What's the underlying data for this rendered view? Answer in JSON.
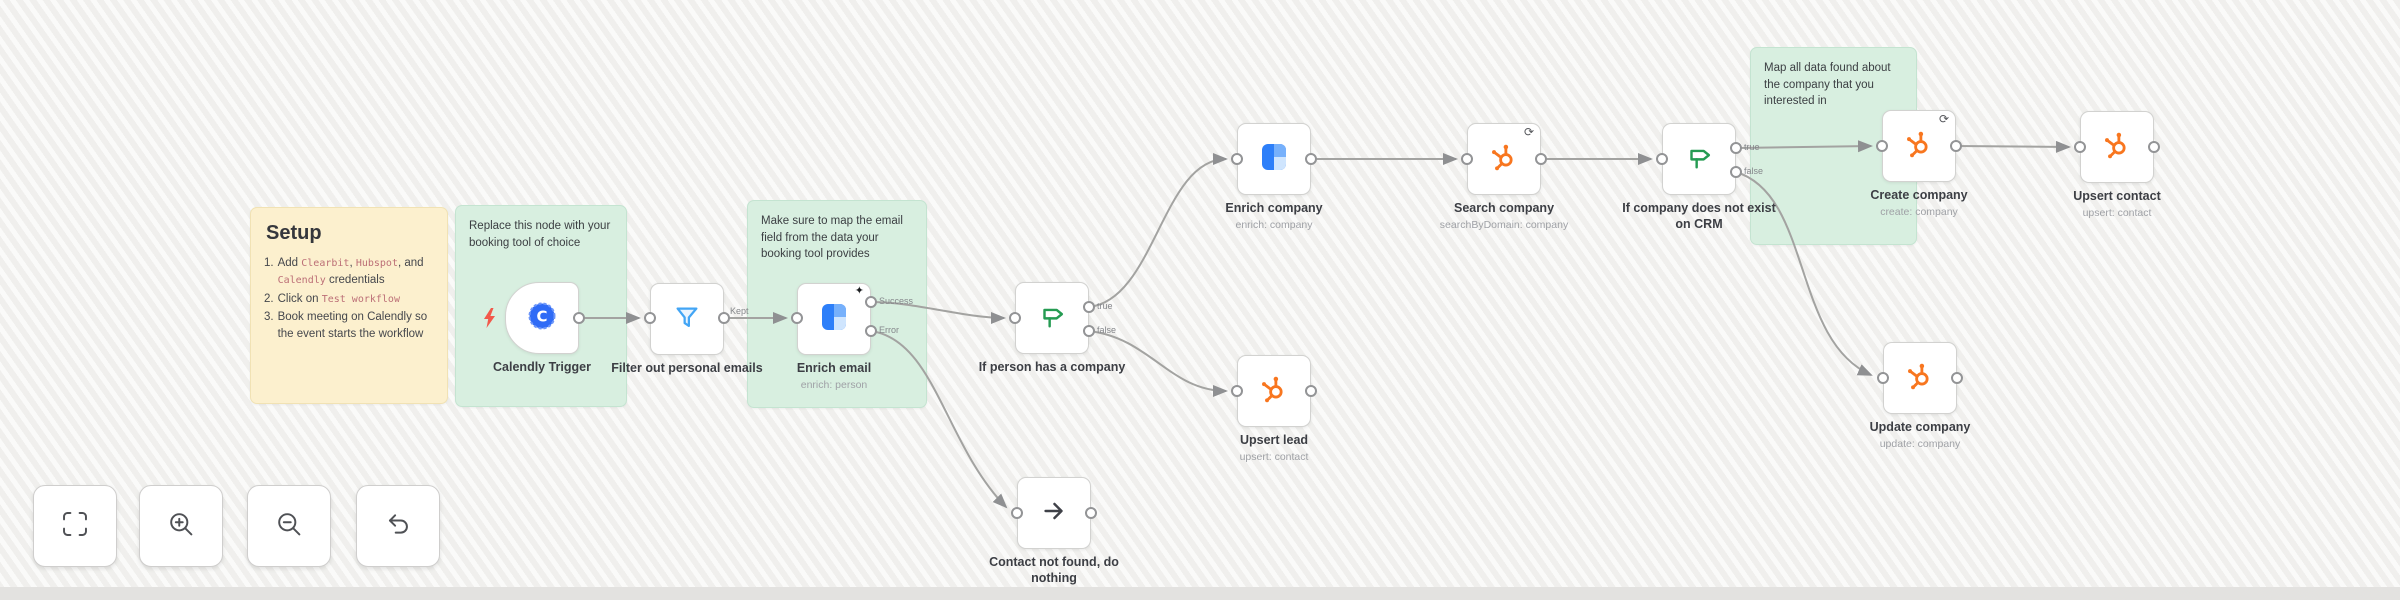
{
  "colors": {
    "canvas_bg": "#f4f4f2",
    "sticky_yellow": "#fcf0ce",
    "sticky_green": "#d8efe0",
    "hubspot_orange": "#f8761f",
    "clearbit_blue": "#2d7ff9",
    "calendly_blue": "#2f6bf6",
    "if_green": "#259b52",
    "filter_blue": "#42a5f5",
    "wire_gray": "#a3a3a1"
  },
  "setup_note": {
    "title": "Setup",
    "items": [
      {
        "num": "1.",
        "t1": "Add ",
        "c1": "Clearbit",
        "t2": ", ",
        "c2": "Hubspot",
        "t3": ", and ",
        "c3": "Calendly",
        "t4": " credentials"
      },
      {
        "num": "2.",
        "t1": "Click on ",
        "c1": "Test workflow"
      },
      {
        "num": "3.",
        "t1": "Book meeting on Calendly so the event starts the workflow"
      }
    ]
  },
  "notes": {
    "replace_booking": "Replace this node with your booking tool of choice",
    "map_email": "Make sure to map the email field from the data your booking tool provides",
    "map_company": "Map all data found about the company that you interested in"
  },
  "nodes": [
    {
      "label": "Calendly Trigger",
      "subtitle": ""
    },
    {
      "label": "Filter out personal emails",
      "subtitle": ""
    },
    {
      "label": "Enrich email",
      "subtitle": "enrich: person"
    },
    {
      "label": "If person has a company",
      "subtitle": ""
    },
    {
      "label": "Enrich company",
      "subtitle": "enrich: company"
    },
    {
      "label": "Search company",
      "subtitle": "searchByDomain: company"
    },
    {
      "label": "If company does not exist on CRM",
      "subtitle": ""
    },
    {
      "label": "Create company",
      "subtitle": "create: company"
    },
    {
      "label": "Upsert contact",
      "subtitle": "upsert: contact"
    },
    {
      "label": "Upsert lead",
      "subtitle": "upsert: contact"
    },
    {
      "label": "Update company",
      "subtitle": "update: company"
    },
    {
      "label": "Contact not found, do nothing",
      "subtitle": ""
    }
  ],
  "edge_labels": {
    "kept": "Kept",
    "success": "Success",
    "error": "Error",
    "if_person_true": "true",
    "if_person_false": "false",
    "if_company_true": "true",
    "if_company_false": "false"
  },
  "glyphs": {
    "sparkle": "✦",
    "retry": "⟳"
  },
  "controls": [
    "fit-view-icon",
    "zoom-in-icon",
    "zoom-out-icon",
    "reset-zoom-icon"
  ]
}
